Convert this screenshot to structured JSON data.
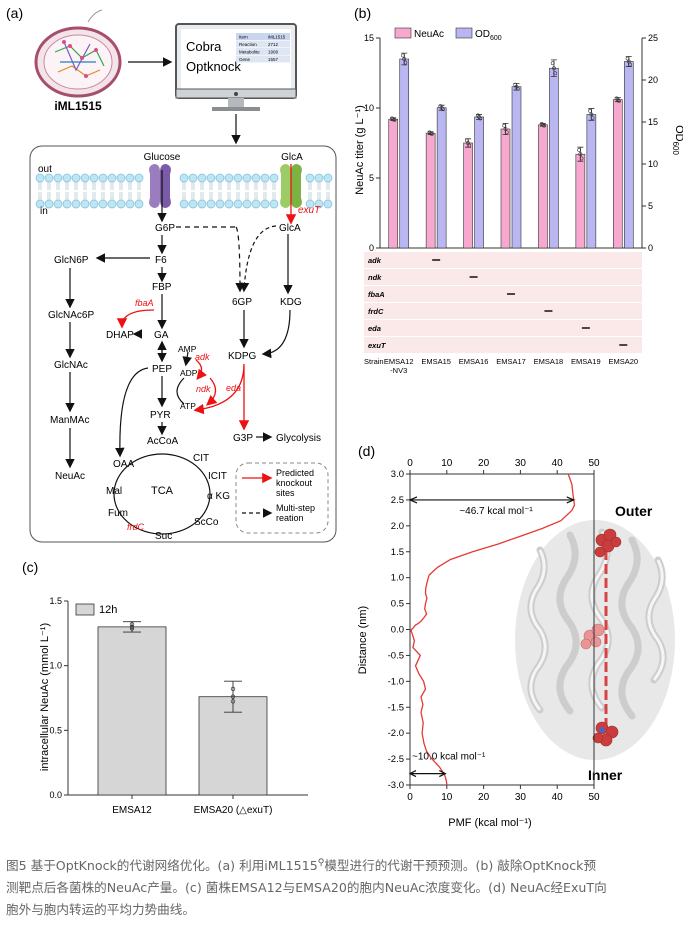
{
  "panel_a": {
    "label": "(a)",
    "model_name": "iML1515",
    "monitor_line1": "Cobra",
    "monitor_line2": "Optknock",
    "table": [
      [
        "Item",
        "iML1515"
      ],
      [
        "Reaction",
        "2712"
      ],
      [
        "Metabolite",
        "1908"
      ],
      [
        "Gene",
        "1557"
      ]
    ],
    "membrane_out": "out",
    "membrane_in": "in",
    "transporter_glucose": "Glucose",
    "transporter_glca": "GlcA",
    "gene_exut": "exuT",
    "nodes": {
      "g6p": "G6P",
      "glca": "GlcA",
      "f6": "F6",
      "glcn6p": "GlcN6P",
      "fbp": "FBP",
      "glcnac6p": "GlcNAc6P",
      "dhap": "DHAP",
      "ga": "GA",
      "sixgp": "6GP",
      "kdg": "KDG",
      "glcnac": "GlcNAc",
      "amp": "AMP",
      "adp": "ADP",
      "atp": "ATP",
      "pep": "PEP",
      "kdpg": "KDPG",
      "manmac": "ManMAc",
      "pyr": "PYR",
      "g3p": "G3P",
      "glycolysis": "Glycolysis",
      "neuac": "NeuAc",
      "accoa": "AcCoA",
      "oaa": "OAA",
      "cit": "CIT",
      "icit": "ICIT",
      "akg": "α KG",
      "mal": "Mal",
      "tca": "TCA",
      "fum": "Fum",
      "scco": "ScCo",
      "suc": "Suc"
    },
    "knockouts": {
      "fbaa": "fbaA",
      "adk": "adk",
      "ndk": "ndk",
      "eda": "eda",
      "frdc": "frdC"
    },
    "legend_knockout": [
      "Predicted",
      "knockout",
      "sites"
    ],
    "legend_multistep": [
      "Multi-step",
      "reation"
    ]
  },
  "panel_b": {
    "label": "(b)",
    "legend_a": "NeuAc",
    "legend_b": "OD",
    "legend_b_sub": "600",
    "ylabel_left": "NeuAc titer (g L⁻¹)",
    "ylabel_right": "OD",
    "ylabel_right_sub": "600",
    "knockout_label_strain": "Strain",
    "knockout_rows": [
      "adk",
      "ndk",
      "fbaA",
      "frdC",
      "eda",
      "exuT"
    ],
    "strain_ticks": [
      "EMSA12\n-NV3",
      "EMSA15",
      "EMSA16",
      "EMSA17",
      "EMSA18",
      "EMSA19",
      "EMSA20"
    ]
  },
  "panel_c": {
    "label": "(c)",
    "legend": "12h",
    "ylabel": "intracellular NeuAc (mmol L⁻¹)",
    "xticks": [
      "EMSA12",
      "EMSA20 (△exuT)"
    ]
  },
  "panel_d": {
    "label": "(d)",
    "ylabel": "Distance (nm)",
    "xlabel": "PMF (kcal mol⁻¹)",
    "annot_top": "~46.7 kcal mol⁻¹",
    "annot_bottom": "~10.0 kcal mol⁻¹",
    "outer": "Outer",
    "inner": "Inner"
  },
  "chart_data": [
    {
      "type": "bar",
      "panel": "b",
      "categories": [
        "EMSA12-NV3",
        "EMSA15",
        "EMSA16",
        "EMSA17",
        "EMSA18",
        "EMSA19",
        "EMSA20"
      ],
      "series": [
        {
          "name": "NeuAc",
          "axis": "left",
          "values": [
            9.2,
            8.2,
            7.5,
            8.5,
            8.8,
            6.7,
            10.6
          ],
          "errors": [
            0.1,
            0.1,
            0.3,
            0.4,
            0.1,
            0.5,
            0.15
          ],
          "color": "#f7a8cf"
        },
        {
          "name": "OD600",
          "axis": "right",
          "values": [
            22.5,
            16.7,
            15.6,
            19.2,
            21.4,
            15.9,
            22.2
          ],
          "errors": [
            0.7,
            0.3,
            0.3,
            0.4,
            1.0,
            0.7,
            0.6
          ],
          "color": "#b9b6f2"
        }
      ],
      "ylim_left": [
        0,
        15
      ],
      "yticks_left": [
        0,
        5,
        10,
        15
      ],
      "ylim_right": [
        0,
        25
      ],
      "yticks_right": [
        0,
        5,
        10,
        15,
        20,
        25
      ],
      "knockouts": {
        "adk": 1,
        "ndk": 2,
        "fbaA": 3,
        "frdC": 4,
        "eda": 5,
        "exuT": 6
      }
    },
    {
      "type": "bar",
      "panel": "c",
      "categories": [
        "EMSA12",
        "EMSA20 (△exuT)"
      ],
      "series": [
        {
          "name": "12h",
          "values": [
            1.3,
            0.76
          ],
          "errors": [
            0.04,
            0.12
          ],
          "color": "#d6d6d6"
        }
      ],
      "ylim": [
        0,
        1.5
      ],
      "yticks": [
        0.0,
        0.5,
        1.0,
        1.5
      ]
    },
    {
      "type": "line",
      "panel": "d",
      "xlabel": "PMF (kcal mol⁻¹)",
      "ylabel": "Distance (nm)",
      "xlim": [
        0,
        50
      ],
      "xticks": [
        0,
        10,
        20,
        30,
        40,
        50
      ],
      "ylim": [
        -3,
        3
      ],
      "yticks": [
        -3.0,
        -2.5,
        -2.0,
        -1.5,
        -1.0,
        -0.5,
        0.0,
        0.5,
        1.0,
        1.5,
        2.0,
        2.5,
        3.0
      ],
      "color": "#e53935",
      "x": [
        43,
        44,
        44.3,
        44.7,
        44,
        41,
        36,
        30,
        24,
        17,
        11,
        7.5,
        5.2,
        4.6,
        4.3,
        4.2,
        4.6,
        4.2,
        4.0,
        4.5,
        3.7,
        3.0,
        2.3,
        1.6,
        1.2,
        0.9,
        0.4,
        0.3,
        0.6,
        0.9,
        1.2,
        0.8,
        2.8,
        1.5,
        2.4,
        3.7,
        4.2,
        3.0,
        3.5,
        3.0,
        3.6,
        3.3,
        3.8,
        4.5,
        6.0,
        8.0,
        9.4,
        9.9,
        10.0
      ],
      "y": [
        3.0,
        2.8,
        2.6,
        2.4,
        2.3,
        2.1,
        1.95,
        1.8,
        1.65,
        1.5,
        1.35,
        1.2,
        1.05,
        0.9,
        0.8,
        0.7,
        0.6,
        0.5,
        0.4,
        0.3,
        0.22,
        0.16,
        0.12,
        0.09,
        0.06,
        0.03,
        0.0,
        -0.03,
        -0.08,
        -0.15,
        -0.22,
        -0.35,
        -0.5,
        -0.7,
        -0.85,
        -1.0,
        -1.15,
        -1.3,
        -1.45,
        -1.6,
        -1.8,
        -2.0,
        -2.2,
        -2.35,
        -2.5,
        -2.65,
        -2.8,
        -2.92,
        -3.0
      ]
    }
  ],
  "caption": {
    "line1a": "图5 基于OptKnock的代谢网络优化。(a) 利用iML1515",
    "line1b": "模型进行的代谢干预预测。(b) 敲除OptKnock预",
    "line2": "测靶点后各菌株的NeuAc产量。(c) 菌株EMSA12与EMSA20的胞内NeuAc浓度变化。(d) NeuAc经ExuT向",
    "line3": "胞外与胞内转运的平均力势曲线。"
  }
}
